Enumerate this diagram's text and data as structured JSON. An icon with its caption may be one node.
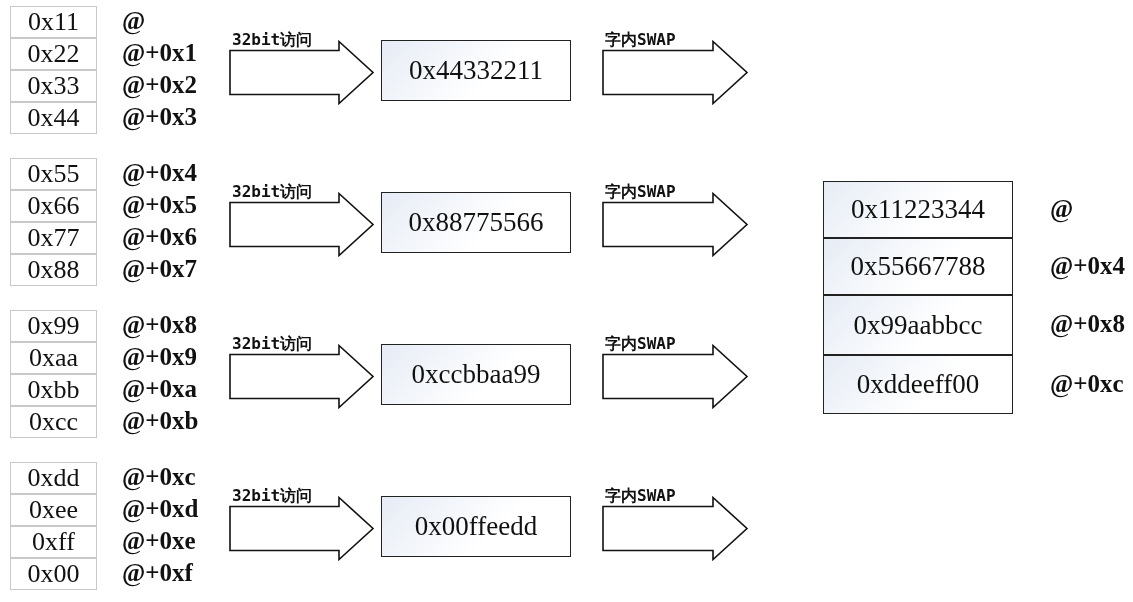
{
  "diagram": {
    "nodes": [
      {
        "text": [
          "0x11"
        ],
        "beside": [
          "@"
        ]
      },
      {
        "text": [
          "0x22"
        ],
        "beside": [
          "@+0x1"
        ]
      },
      {
        "text": [
          "0x33"
        ],
        "beside": [
          "@+0x2"
        ]
      },
      {
        "text": [
          "0x44"
        ],
        "beside": [
          "@+0x3"
        ]
      },
      {
        "text": [
          "0x55"
        ],
        "beside": [
          "@+0x4"
        ]
      },
      {
        "text": [
          "0x66"
        ],
        "beside": [
          "@+0x5"
        ]
      },
      {
        "text": [
          "0x77"
        ],
        "beside": [
          "@+0x6"
        ]
      },
      {
        "text": [
          "0x88"
        ],
        "beside": [
          "@+0x7"
        ]
      },
      {
        "text": [
          "0x99"
        ],
        "beside": [
          "@+0x8"
        ]
      },
      {
        "text": [
          "0xaa"
        ],
        "beside": [
          "@+0x9"
        ]
      },
      {
        "text": [
          "0xbb"
        ],
        "beside": [
          "@+0xa"
        ]
      },
      {
        "text": [
          "0xcc"
        ],
        "beside": [
          "@+0xb"
        ]
      },
      {
        "text": [
          "0xdd"
        ],
        "beside": [
          "@+0xc"
        ]
      },
      {
        "text": [
          "0xee"
        ],
        "beside": [
          "@+0xd"
        ]
      },
      {
        "text": [
          "0xff"
        ],
        "beside": [
          "@+0xe"
        ]
      },
      {
        "text": [
          "0x00"
        ],
        "beside": [
          "@+0xf"
        ]
      },
      {
        "text": [
          "0x44332211"
        ]
      },
      {
        "text": [
          "0x88775566"
        ]
      },
      {
        "text": [
          "0xccbbaa99"
        ]
      },
      {
        "text": [
          "0x00ffeedd"
        ]
      },
      {
        "text": [
          "0x11223344"
        ],
        "beside": [
          "@"
        ]
      },
      {
        "text": [
          "0x55667788"
        ],
        "beside": [
          "@+0x4"
        ]
      },
      {
        "text": [
          "0x99aabbcc"
        ],
        "beside": [
          "@+0x8"
        ]
      },
      {
        "text": [
          "0xddeeff00"
        ],
        "beside": [
          "@+0xc"
        ]
      }
    ],
    "edges": [
      {
        "from": null,
        "to": 16,
        "arrow": "to",
        "label": "32bit访问"
      },
      {
        "from": 16,
        "to": null,
        "arrow": "to",
        "label": "字内SWAP"
      },
      {
        "from": null,
        "to": 17,
        "arrow": "to",
        "label": "32bit访问"
      },
      {
        "from": 17,
        "to": null,
        "arrow": "to",
        "label": "字内SWAP"
      },
      {
        "from": null,
        "to": 18,
        "arrow": "to",
        "label": "32bit访问"
      },
      {
        "from": 18,
        "to": null,
        "arrow": "to",
        "label": "字内SWAP"
      },
      {
        "from": null,
        "to": 19,
        "arrow": "to",
        "label": "32bit访问"
      },
      {
        "from": 19,
        "to": null,
        "arrow": "to",
        "label": "字内SWAP"
      }
    ]
  }
}
